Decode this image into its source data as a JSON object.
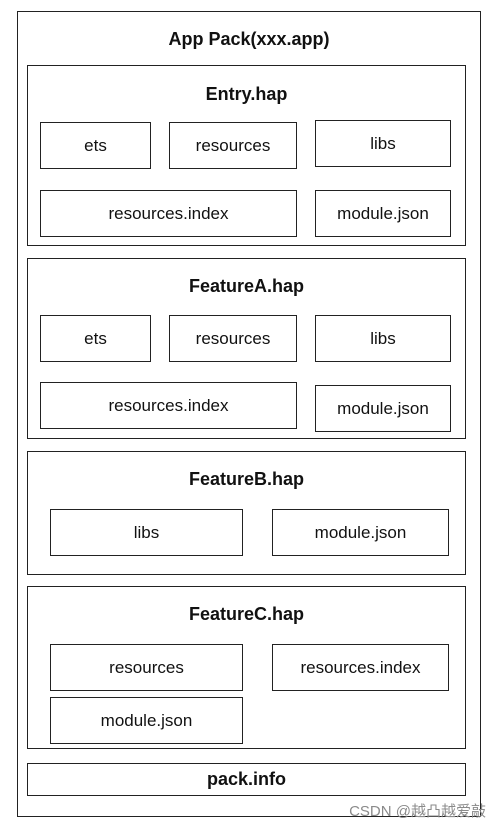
{
  "app_pack": {
    "title": "App Pack(xxx.app)"
  },
  "entry": {
    "title": "Entry.hap",
    "items": [
      "ets",
      "resources",
      "libs",
      "resources.index",
      "module.json"
    ]
  },
  "feature_a": {
    "title": "FeatureA.hap",
    "items": [
      "ets",
      "resources",
      "libs",
      "resources.index",
      "module.json"
    ]
  },
  "feature_b": {
    "title": "FeatureB.hap",
    "items": [
      "libs",
      "module.json"
    ]
  },
  "feature_c": {
    "title": "FeatureC.hap",
    "items": [
      "resources",
      "resources.index",
      "module.json"
    ]
  },
  "pack_info": {
    "label": "pack.info"
  },
  "watermark": "CSDN @越凸越爱敲"
}
